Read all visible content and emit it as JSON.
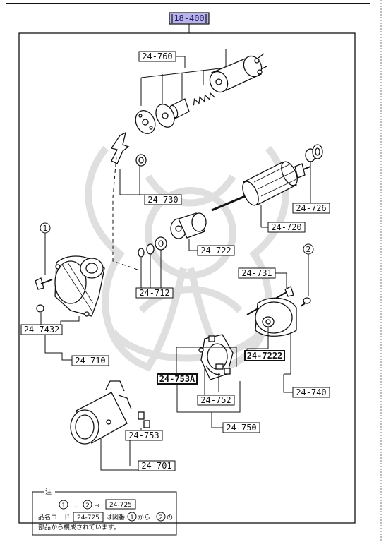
{
  "header": {
    "section_code": "18-400"
  },
  "colors": {
    "ink": "#111111",
    "watermark": "#dcdcdc",
    "header_fill": "#b9b3e6"
  },
  "callouts": {
    "c24_760": "24-760",
    "c24_730": "24-730",
    "c24_726": "24-726",
    "c24_720": "24-720",
    "c24_722": "24-722",
    "c24_712": "24-712",
    "c24_731": "24-731",
    "c24_7432": "24-7432",
    "c24_710": "24-710",
    "c24_7222": "24-7222",
    "c24_740": "24-740",
    "c24_753A": "24-753A",
    "c24_752": "24-752",
    "c24_750": "24-750",
    "c24_753": "24-753",
    "c24_701": "24-701"
  },
  "markers": {
    "m1": "1",
    "m2": "2"
  },
  "note": {
    "title": "注",
    "range_from": "1",
    "range_sep": "…",
    "range_to": "2",
    "arrow": "⇒",
    "range_code": "24-725",
    "line2_pre": "品名コード",
    "line2_code": "24-725",
    "line2_mid": "は図番",
    "line2_c1": "1",
    "line2_kara": "から",
    "line2_c2": "2",
    "line2_no": "の",
    "line3": "部品から構成されています。"
  }
}
